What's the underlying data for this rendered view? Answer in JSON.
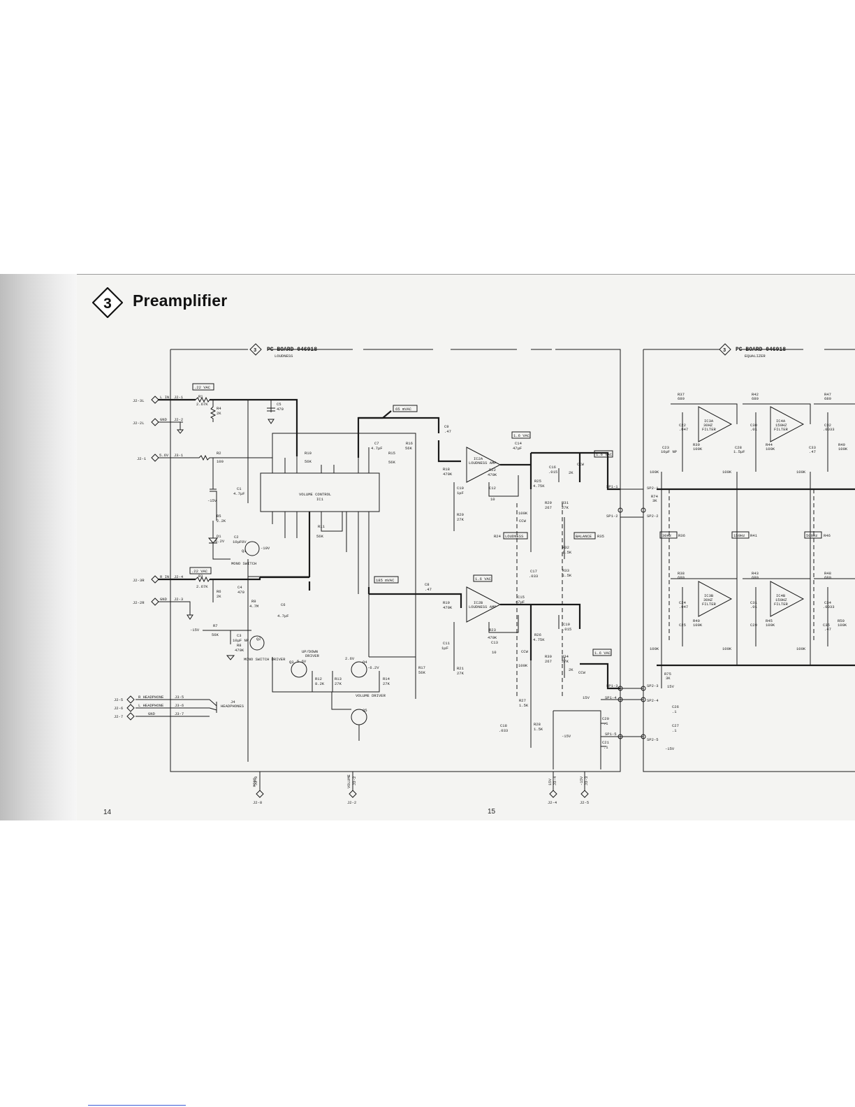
{
  "header": {
    "badge_number": "3",
    "title": "Preamplifier"
  },
  "page_numbers": {
    "left": "14",
    "right": "15"
  },
  "loudness_board": {
    "title": "PC BOARD 046918",
    "subtitle": "LOUDNESS",
    "badge": "3"
  },
  "equalizer_board": {
    "title": "PC BOARD 046918",
    "subtitle": "EQUALIZER",
    "badge": "3"
  },
  "connectors": {
    "j2_3l": "J2-3L",
    "j2_2l": "J2-2L",
    "j2_1": "J2-1",
    "j2_3r": "J2-3R",
    "j2_2r": "J2-2R",
    "j2_5": "J2-5",
    "j2_6": "J2-6",
    "j2_7": "J2-7",
    "l_in": "L IN",
    "r_in": "R IN",
    "gnd": "GND",
    "v56": "5.6V",
    "j2_1_pin": "J2-1",
    "j2_2_pin": "J2-2",
    "j3_1": "J3-1",
    "j2_4_pin": "J2-4",
    "j2_3_pin": "J2-3",
    "r_headphone": "R HEADPHONE",
    "l_headphone": "L HEADPHONE",
    "gnd2": "GND",
    "j3_5": "J3-5",
    "j3_6": "J3-6",
    "j3_7": "J3-7",
    "j4": "J4",
    "headphones": "HEADPHONES"
  },
  "annotations": {
    "vac_22_l": ".22 VAC",
    "vac_22_r": ".22 VAC",
    "mvac_65": "65 mVAC",
    "mvac_185": "185 mVAC",
    "vac_16a": "1.6 VAC",
    "vac_16b": "1.6 VAC",
    "vac_16c": "1.6 VAC",
    "vac_16d": "1.6 VAC"
  },
  "components": {
    "r1": "R1",
    "r1v": "2.67K",
    "r4": "R4",
    "r4v": "2K",
    "c5": "C5",
    "c5v": "470",
    "r2": "R2",
    "r2v": "100",
    "c1": "C1",
    "c1v": "4.7μF",
    "neg15": "-15V",
    "r5": "R5",
    "r5v": "2.2K",
    "d1": "D1",
    "d1v": "6.2V",
    "c2": "C2",
    "c2v": "10μF",
    "q1": "Q1",
    "mono_switch": "MONO SWITCH",
    "v_ov": "0V",
    "v_neg10": "-10V",
    "r3": "R3",
    "r3v": "2.67K",
    "r6": "R6",
    "r6v": "2K",
    "c4": "C4",
    "c4v": "470",
    "r9": "R9",
    "r9v": "4.7M",
    "c6": "C6",
    "c6v": "4.7μF",
    "r7": "R7",
    "r7v": "56K",
    "c3": "C3",
    "c3v": "10μF NP",
    "r8": "R8",
    "r8v": "470K",
    "q2": "Q2",
    "mono_sw_driver": "MONO SWITCH DRIVER",
    "ic1": "IC1",
    "ic1_name": "VOLUME CONTROL",
    "r10": "R10",
    "r10v": "56K",
    "r11": "R11",
    "r11v": "56K",
    "c7": "C7",
    "c7v": "4.7μF",
    "r15": "R15",
    "r15v": "56K",
    "r16": "R16",
    "r16v": "56K",
    "updown": "UP/DOWN",
    "driver": "DRIVER",
    "q3": "Q3",
    "q4": "Q4",
    "q5": "Q5",
    "r12": "R12",
    "r12v": "8.2K",
    "r13": "R13",
    "r13v": "27K",
    "r14": "R14",
    "r14v": "27K",
    "r17": "R17",
    "r17v": "56K",
    "vol_driver": "VOLUME DRIVER",
    "v26": "2.6V",
    "v56": "5.6V",
    "vneg62": "-6.2V",
    "c9": "C9",
    "c9v": ".47",
    "r18": "R18",
    "r18v": "470K",
    "ic2a": "IC2A",
    "ic2b": "IC2B",
    "loud_amp": "LOUDNESS AMP",
    "r22": "R22",
    "r22v": "470K",
    "c12": "C12",
    "c12v": "10",
    "c10": "C10",
    "c10v": "1μF",
    "r20": "R20",
    "r20v": "27K",
    "c14": "C14",
    "c14v": "47μF",
    "r25": "R25",
    "r25v": "4.75K",
    "r29": "R29",
    "r29v": "267",
    "r31": "R31",
    "r31v": "27K",
    "c16": "C16",
    "c16v": ".015",
    "r24": "R24",
    "loudness": "LOUDNESS",
    "balance": "BALANCE",
    "r35": "R35",
    "r32": "R32",
    "r32v": "1.5K",
    "r33": "R33",
    "r33v": "1.5K",
    "c17": "C17",
    "c17v": ".033",
    "ccw": "CCW",
    "cw": "CW",
    "k2": "2K",
    "k100": "100K",
    "c8": "C8",
    "c8v": ".47",
    "r19": "R19",
    "r19v": "470K",
    "c11": "C11",
    "c11v": "1μF",
    "r21": "R21",
    "r21v": "27K",
    "r23": "R23",
    "r23v": "470K",
    "c13": "C13",
    "c13v": "10",
    "c15": "C15",
    "c15v": "47μF",
    "r26": "R26",
    "r26v": "4.75K",
    "r30": "R30",
    "r30v": "267",
    "r34": "R34",
    "r34v": "27K",
    "c19": "C19",
    "c19v": ".015",
    "r27": "R27",
    "r27v": "1.5K",
    "r28": "R28",
    "r28v": "1.5K",
    "c18": "C18",
    "c18v": ".033",
    "c20": "C20",
    "c21": "C21",
    "c26": "C26",
    "c27": "C27",
    "cap1": ".1",
    "sp1_1": "SP1-1",
    "sp1_2": "SP1-2",
    "sp1_3": "SP1-3",
    "sp1_4": "SP1-4",
    "sp1_5": "SP1-5",
    "sp2_1": "SP2-1",
    "sp2_2": "SP2-2",
    "sp2_3": "SP2-3",
    "sp2_4": "SP2-4",
    "sp2_5": "SP2-5",
    "pos15": "15V",
    "j3_8": "J3-8",
    "j3_2": "J3-2",
    "j3_4": "J3-4",
    "j3_3": "J3-3",
    "mono": "MONO",
    "volume": "VOLUME",
    "j2_8b": "J2-8",
    "j2_2b": "J2-2",
    "j2_4b": "J2-4",
    "j2_5b": "J2-5"
  },
  "equalizer": {
    "r37": "R37",
    "r42": "R42",
    "r47": "R47",
    "r38": "R38",
    "r43": "R43",
    "r48": "R48",
    "v680": "680",
    "ic3a": "IC3A",
    "ic4a": "IC4A",
    "ic3b": "IC3B",
    "ic4b": "IC4B",
    "f30": "30HZ",
    "f150": "150HZ",
    "filter": "FILTER",
    "c22": "C22",
    "c22v": ".047",
    "c23": "C23",
    "c23v": "10μF NP",
    "c30": "C30",
    "c30v": ".01",
    "c32": "C32",
    "c32v": ".0033",
    "c28": "C28",
    "c28v": "1.5μF",
    "c33": "C33",
    "c33v": ".47",
    "r39": "R39",
    "r44": "R44",
    "r49": "R49",
    "r40": "R40",
    "r45": "R45",
    "r50": "R50",
    "r74": "R74",
    "r74v": "3K",
    "r75": "R75",
    "r75v": "3K",
    "c24": "C24",
    "c24v": ".047",
    "c25": "C25",
    "c31": "C31",
    "c31v": ".01",
    "c29": "C29",
    "c34": "C34",
    "c34v": ".0033",
    "c35": "C35",
    "c35v": ".47",
    "hz30": "30Hz",
    "r36": "R36",
    "hz150": "150Hz",
    "r41": "R41",
    "hz500": "500Hz",
    "r46": "R46",
    "neg15": "-15V"
  },
  "colors": {
    "ink": "#1a1a1a",
    "paper": "#f4f4f2",
    "spine": "#c9c9c9"
  }
}
